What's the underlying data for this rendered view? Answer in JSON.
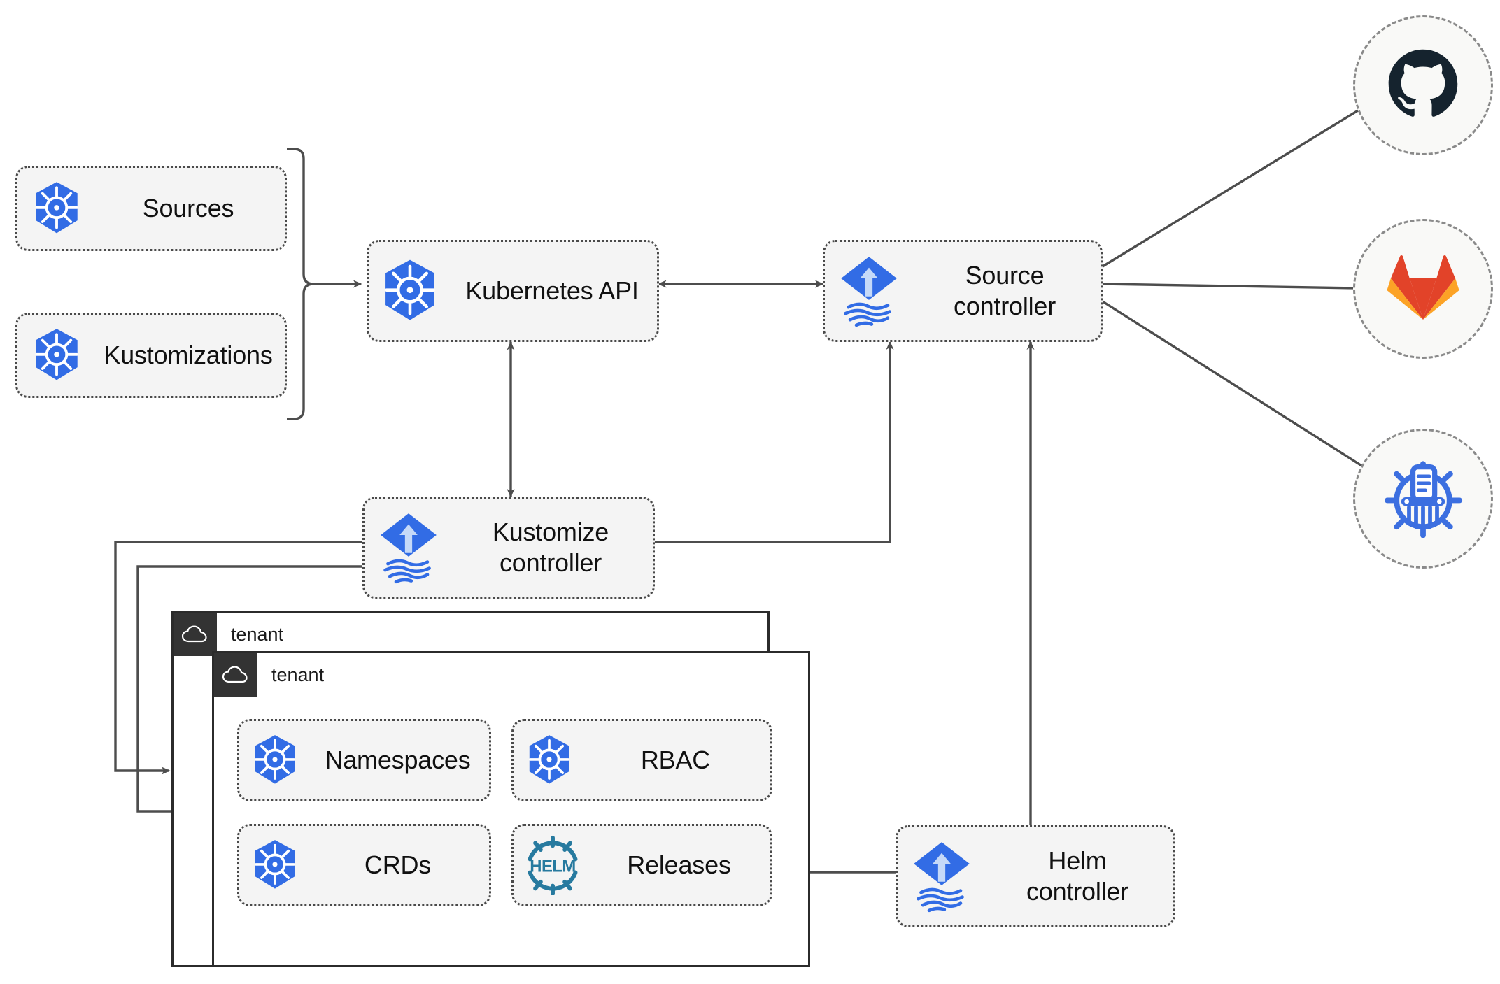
{
  "diagram": {
    "title": "Flux GitOps toolkit architecture",
    "colors": {
      "node_fill": "#f4f4f4",
      "node_border": "#4a4a4a",
      "edge": "#4d4d4d",
      "tenant_border": "#2b2b2b",
      "tenant_header": "#333333",
      "kubernetes_blue": "#326CE5",
      "flux_blue": "#326CE5",
      "helm_blue": "#277A9F",
      "github_dark": "#15232E",
      "gitlab_orange": "#E24329",
      "gitlab_light_orange": "#FCA326",
      "chart_blue": "#3C6FE0"
    }
  },
  "resources": [
    {
      "id": "sources",
      "label": "Sources",
      "icon": "kubernetes-icon"
    },
    {
      "id": "kustomizations",
      "label": "Kustomizations",
      "icon": "kubernetes-icon"
    }
  ],
  "core": [
    {
      "id": "kubernetes-api",
      "label": "Kubernetes API",
      "icon": "kubernetes-icon"
    },
    {
      "id": "source-controller",
      "label": "Source\ncontroller",
      "icon": "flux-icon"
    },
    {
      "id": "kustomize-controller",
      "label": "Kustomize\ncontroller",
      "icon": "flux-icon"
    },
    {
      "id": "helm-controller",
      "label": "Helm\ncontroller",
      "icon": "flux-icon"
    }
  ],
  "tenants": [
    {
      "id": "tenant-back",
      "label": "tenant",
      "icon": "cloud-icon"
    },
    {
      "id": "tenant-front",
      "label": "tenant",
      "icon": "cloud-icon"
    }
  ],
  "tenant_resources": [
    {
      "id": "namespaces",
      "label": "Namespaces",
      "icon": "kubernetes-icon"
    },
    {
      "id": "rbac",
      "label": "RBAC",
      "icon": "kubernetes-icon"
    },
    {
      "id": "crds",
      "label": "CRDs",
      "icon": "kubernetes-icon"
    },
    {
      "id": "releases",
      "label": "Releases",
      "icon": "helm-icon"
    }
  ],
  "external": [
    {
      "id": "github",
      "icon": "github-icon",
      "name": "GitHub"
    },
    {
      "id": "gitlab",
      "icon": "gitlab-icon",
      "name": "GitLab"
    },
    {
      "id": "helm-charts",
      "icon": "helm-chart-icon",
      "name": "Helm chart repository"
    }
  ],
  "edges": [
    {
      "from": "sources+kustomizations",
      "to": "kubernetes-api",
      "style": "bracket-arrow"
    },
    {
      "from": "kubernetes-api",
      "to": "source-controller",
      "style": "bidirectional"
    },
    {
      "from": "kubernetes-api",
      "to": "kustomize-controller",
      "style": "bidirectional-vertical"
    },
    {
      "from": "kustomize-controller",
      "to": "source-controller",
      "style": "orthogonal-arrow"
    },
    {
      "from": "helm-controller",
      "to": "source-controller",
      "style": "vertical-arrow"
    },
    {
      "from": "kustomize-controller",
      "to": "tenant-back",
      "style": "orthogonal-arrow"
    },
    {
      "from": "kustomize-controller",
      "to": "tenant-front",
      "style": "orthogonal-arrow"
    },
    {
      "from": "helm-controller",
      "to": "releases",
      "style": "arrow"
    },
    {
      "from": "source-controller",
      "to": "github",
      "style": "arrow"
    },
    {
      "from": "source-controller",
      "to": "gitlab",
      "style": "arrow"
    },
    {
      "from": "source-controller",
      "to": "helm-charts",
      "style": "arrow"
    }
  ]
}
